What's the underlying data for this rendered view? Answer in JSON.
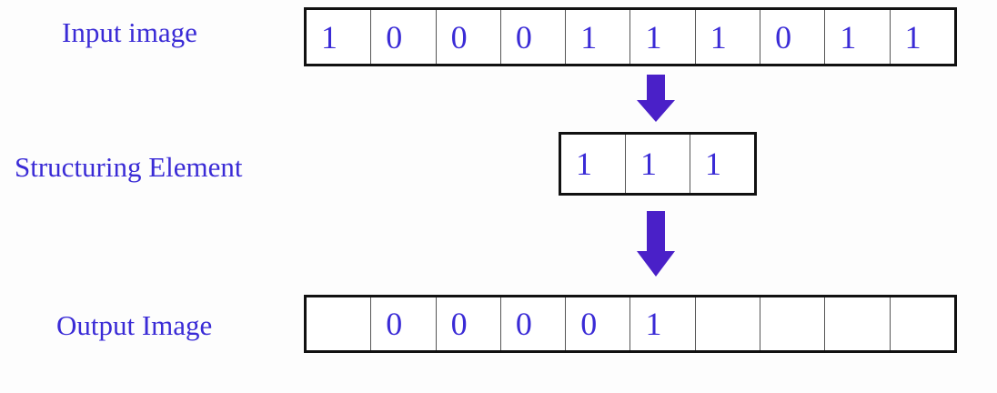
{
  "labels": {
    "input": "Input image",
    "structuring": "Structuring Element",
    "output": "Output Image"
  },
  "input_cells": [
    "1",
    "0",
    "0",
    "0",
    "1",
    "1",
    "1",
    "0",
    "1",
    "1"
  ],
  "structuring_cells": [
    "1",
    "1",
    "1"
  ],
  "output_cells": [
    "",
    "0",
    "0",
    "0",
    "0",
    "1",
    "",
    "",
    "",
    ""
  ],
  "colors": {
    "text": "#3a2bd6",
    "arrow": "#4a20c8",
    "border": "#111111"
  },
  "icons": {
    "arrow_down": "arrow-down-icon"
  }
}
